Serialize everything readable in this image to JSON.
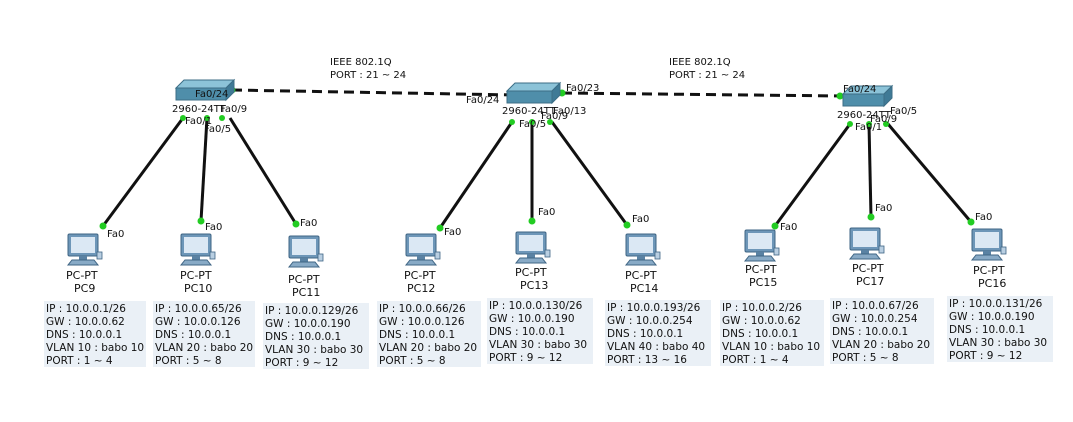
{
  "trunks": [
    {
      "title": "IEEE 802.1Q",
      "port_range": "PORT : 21 ~ 24"
    },
    {
      "title": "IEEE 802.1Q",
      "port_range": "PORT : 21 ~ 24"
    }
  ],
  "switches": [
    {
      "model": "2960-24TT",
      "ports": {
        "uplink": "Fa0/24",
        "port_a": "Fa0/1",
        "port_b": "Fa0/5",
        "port_c": "Fa0/9"
      }
    },
    {
      "model": "2960-24TT",
      "ports": {
        "left_uplink": "Fa0/24",
        "right_uplink": "Fa0/23",
        "port_a": "Fa0/5",
        "port_b": "Fa0/9",
        "port_c": "Fa0/13"
      }
    },
    {
      "model": "2960-24TT",
      "ports": {
        "uplink": "Fa0/24",
        "port_a": "Fa0/1",
        "port_b": "Fa0/5",
        "port_c": "Fa0/9"
      }
    }
  ],
  "pcs": [
    {
      "type": "PC-PT",
      "name": "PC9",
      "port": "Fa0",
      "info": [
        "IP : 10.0.0.1/26",
        "GW : 10.0.0.62",
        "DNS : 10.0.0.1",
        "VLAN 10 : babo 10",
        "PORT : 1 ~ 4"
      ]
    },
    {
      "type": "PC-PT",
      "name": "PC10",
      "port": "Fa0",
      "info": [
        "IP : 10.0.0.65/26",
        "GW : 10.0.0.126",
        "DNS : 10.0.0.1",
        "VLAN 20 : babo 20",
        "PORT : 5 ~ 8"
      ]
    },
    {
      "type": "PC-PT",
      "name": "PC11",
      "port": "Fa0",
      "info": [
        "IP : 10.0.0.129/26",
        "GW : 10.0.0.190",
        "DNS : 10.0.0.1",
        "VLAN 30 : babo 30",
        "PORT : 9 ~ 12"
      ]
    },
    {
      "type": "PC-PT",
      "name": "PC12",
      "port": "Fa0",
      "info": [
        "IP : 10.0.0.66/26",
        "GW : 10.0.0.126",
        "DNS : 10.0.0.1",
        "VLAN 20 : babo 20",
        "PORT : 5 ~ 8"
      ]
    },
    {
      "type": "PC-PT",
      "name": "PC13",
      "port": "Fa0",
      "info": [
        "IP : 10.0.0.130/26",
        "GW : 10.0.0.190",
        "DNS : 10.0.0.1",
        "VLAN 30 : babo 30",
        "PORT : 9 ~ 12"
      ]
    },
    {
      "type": "PC-PT",
      "name": "PC14",
      "port": "Fa0",
      "info": [
        "IP : 10.0.0.193/26",
        "GW : 10.0.0.254",
        "DNS : 10.0.0.1",
        "VLAN 40 : babo 40",
        "PORT : 13 ~ 16"
      ]
    },
    {
      "type": "PC-PT",
      "name": "PC15",
      "port": "Fa0",
      "info": [
        "IP : 10.0.0.2/26",
        "GW : 10.0.0.62",
        "DNS : 10.0.0.1",
        "VLAN 10 : babo 10",
        "PORT : 1 ~ 4"
      ]
    },
    {
      "type": "PC-PT",
      "name": "PC17",
      "port": "Fa0",
      "info": [
        "IP : 10.0.0.67/26",
        "GW : 10.0.0.254",
        "DNS : 10.0.0.1",
        "VLAN 20 : babo 20",
        "PORT : 5 ~ 8"
      ]
    },
    {
      "type": "PC-PT",
      "name": "PC16",
      "port": "Fa0",
      "info": [
        "IP : 10.0.0.131/26",
        "GW : 10.0.0.190",
        "DNS : 10.0.0.1",
        "VLAN 30 : babo 30",
        "PORT : 9 ~ 12"
      ]
    }
  ],
  "colors": {
    "link": "#111111",
    "port_ok": "#22cc22",
    "info_box": "#eaf0f6",
    "switch_body": "#4f8eaa",
    "switch_top": "#8cc3d8",
    "monitor_frame": "#6d96b8",
    "monitor_screen": "#dbe8f4"
  },
  "icons": {
    "switch": "switch-icon",
    "pc": "pc-icon"
  }
}
